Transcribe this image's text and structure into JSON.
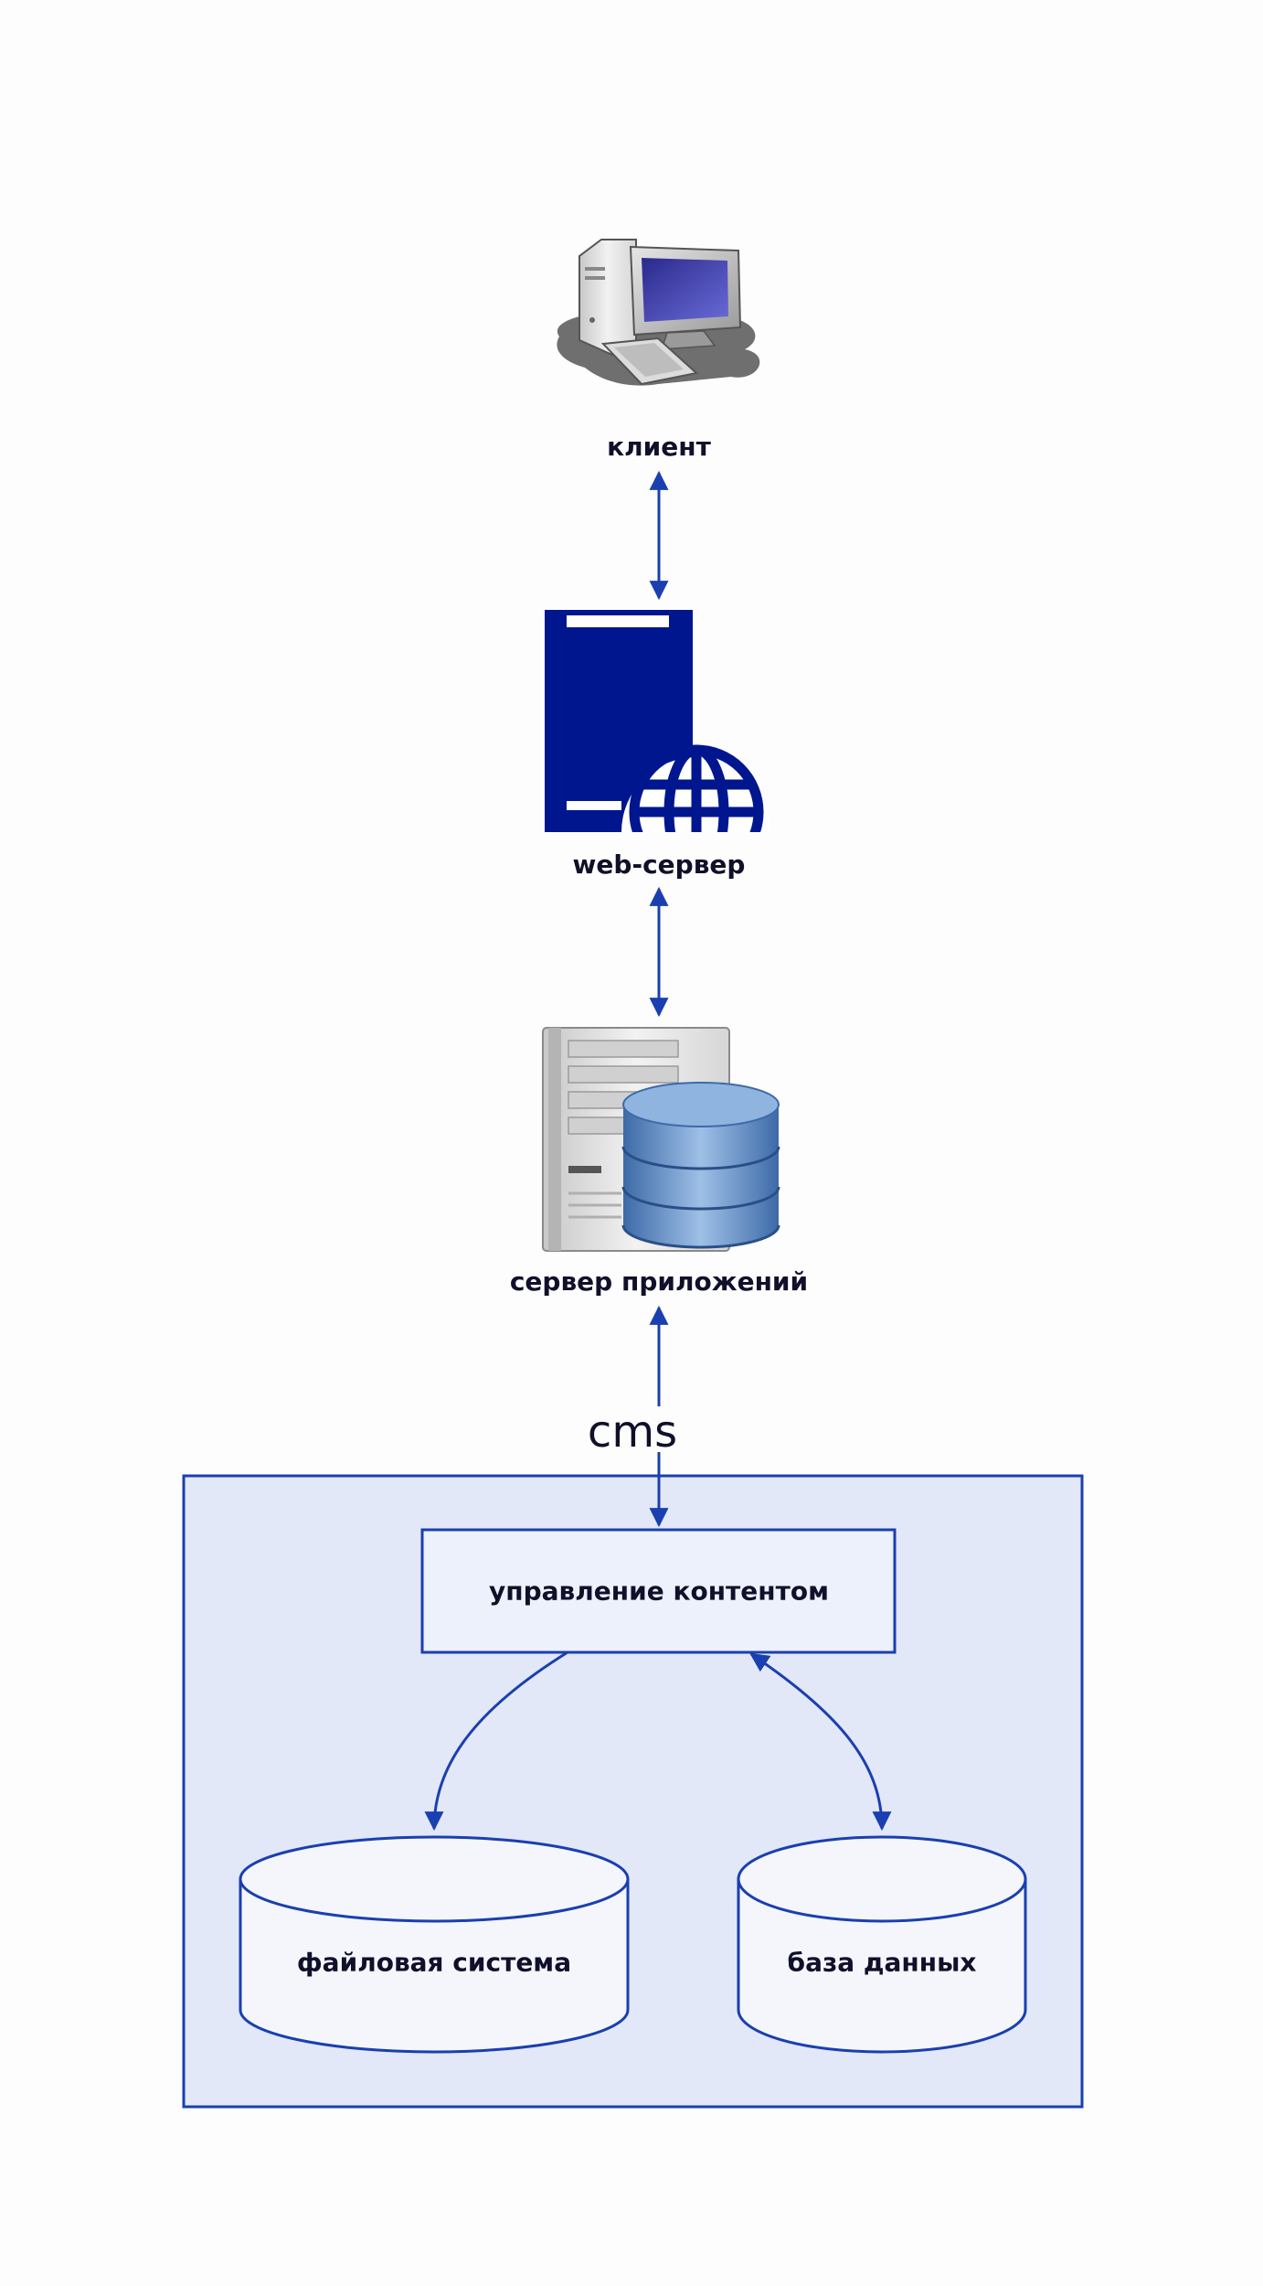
{
  "nodes": {
    "client": {
      "label": "клиент",
      "icon": "desktop-computer-icon"
    },
    "web_server": {
      "label": "web-сервер",
      "icon": "web-server-globe-icon"
    },
    "app_server": {
      "label": "сервер приложений",
      "icon": "application-server-database-icon"
    }
  },
  "cms": {
    "title": "cms",
    "content_management": "управление контентом",
    "file_system": "файловая система",
    "database": "база данных"
  },
  "colors": {
    "line": "#1a3fb0",
    "container_fill": "#e2e8f8",
    "box_fill": "#edf1fc",
    "cylinder_fill": "#f4f6fb",
    "web_server_icon": "#00168f"
  }
}
